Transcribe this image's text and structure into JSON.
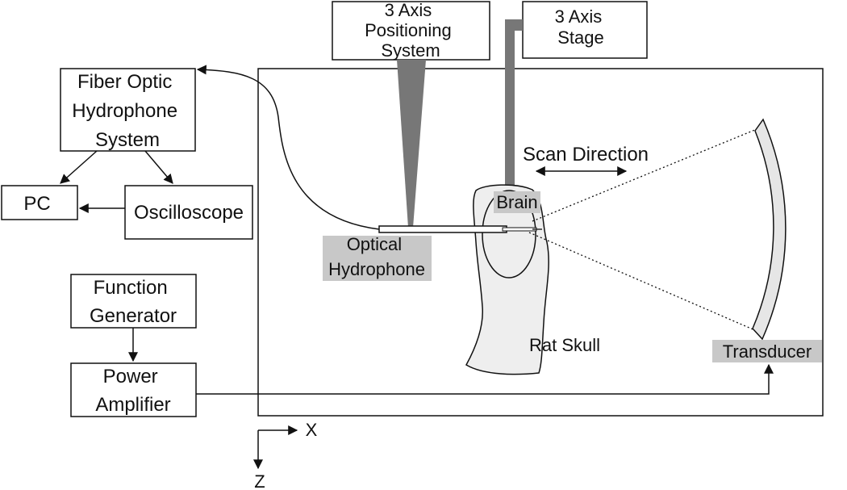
{
  "boxes": {
    "positioning_system": [
      "3 Axis",
      "Positioning",
      "System"
    ],
    "stage": [
      "3 Axis",
      "Stage"
    ],
    "fiber_optic": [
      "Fiber Optic",
      "Hydrophone",
      "System"
    ],
    "pc": "PC",
    "oscilloscope": "Oscilloscope",
    "function_generator": [
      "Function",
      "Generator"
    ],
    "power_amplifier": [
      "Power",
      "Amplifier"
    ]
  },
  "labels": {
    "scan_direction": "Scan Direction",
    "brain": "Brain",
    "optical_hydrophone": [
      "Optical",
      "Hydrophone"
    ],
    "rat_skull": "Rat Skull",
    "transducer": "Transducer"
  },
  "axes": {
    "x": "X",
    "z": "Z"
  },
  "colors": {
    "stroke": "#111111",
    "positioner": "#777777",
    "label_bg": "#c8c8c8",
    "transducer_fill": "#e6e6e6",
    "skull_fill": "#eeeeee"
  }
}
